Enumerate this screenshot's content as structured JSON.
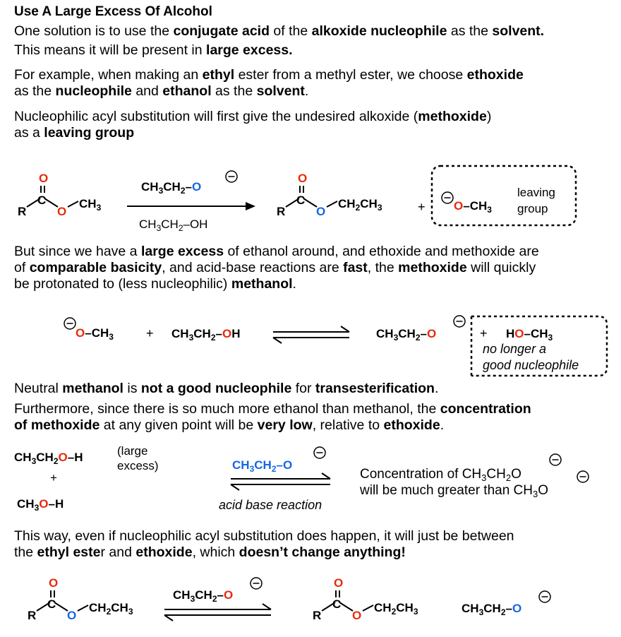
{
  "heading": "Use A Large Excess Of Alcohol",
  "para1": {
    "a": "One solution is to use the ",
    "b": "conjugate acid",
    "c": " of the ",
    "d": "alkoxide nucleophile",
    "e": " as the ",
    "f": "solvent."
  },
  "para2": {
    "a": "This means it will be present in ",
    "b": "large excess."
  },
  "para3": {
    "a": "For example, when making an ",
    "b": "ethyl",
    "c": " ester from a methyl ester, we choose ",
    "d": "ethoxide",
    "e": "as the ",
    "f": "nucleophile",
    "g": " and ",
    "h": "ethanol",
    "i": " as the ",
    "j": "solvent",
    "k": "."
  },
  "para4": {
    "a": "Nucleophilic acyl substitution will first give the undesired alkoxide (",
    "b": "methoxide",
    "c": ")",
    "d": "as a ",
    "e": "leaving group"
  },
  "para5": {
    "a": "But since we have a ",
    "b": "large excess",
    "c": " of ethanol around, and ethoxide and methoxide are",
    "d": "of ",
    "e": "comparable basicity",
    "f": ", and acid-base reactions are ",
    "g": "fast",
    "h": ", the ",
    "i": "methoxide",
    "j": " will quickly",
    "k": "be protonated to (less nucleophilic) ",
    "l": "methanol",
    "m": "."
  },
  "para6": {
    "a": "Neutral ",
    "b": "methanol",
    "c": " is ",
    "d": "not a good nucleophile",
    "e": " for ",
    "f": "transesterification",
    "g": "."
  },
  "para7": {
    "a": "Furthermore, since there is so much more ethanol than methanol, the ",
    "b": "concentration",
    "c": "of methoxide",
    "d": " at any given point will be ",
    "e": "very low",
    "f": ", relative to ",
    "g": "ethoxide",
    "h": "."
  },
  "para8": {
    "a": "This way, even if nucleophilic acyl substitution does happen, it will just be between",
    "b": "the ",
    "c": "ethyl este",
    "d": "r and ",
    "e": "ethoxide",
    "f": ", which ",
    "g": "doesn’t change anything!"
  },
  "scheme1": {
    "reagent": "CH₃CH₂–O",
    "solvent": "CH₃CH₂–OH",
    "leaving1": "leaving",
    "leaving2": "group",
    "methoxide": "O–CH₃",
    "plus": "+"
  },
  "scheme2": {
    "methoxide": "O–CH₃",
    "plus": "+",
    "ethanol": "CH₃CH₂–OH",
    "ethoxide": "CH₃CH₂–O",
    "methanol": "HO–CH₃",
    "note1": "no longer a",
    "note2": "good nucleophile"
  },
  "scheme3": {
    "ethanol": "CH₃CH₂O–H",
    "large1": "(large",
    "large2": "excess)",
    "plus": "+",
    "methanol": "CH₃O–H",
    "reagent": "CH₃CH₂–O",
    "arrow_label": "acid base reaction",
    "conc1": "Concentration of CH₃CH₂O",
    "conc2": "will be much greater than CH₃O"
  },
  "scheme4": {
    "reagent": "CH₃CH₂–O",
    "product": "CH₃CH₂–O"
  },
  "colors": {
    "oxygen_red": "#E8290B",
    "oxygen_blue": "#1565E8",
    "text": "#000000"
  }
}
